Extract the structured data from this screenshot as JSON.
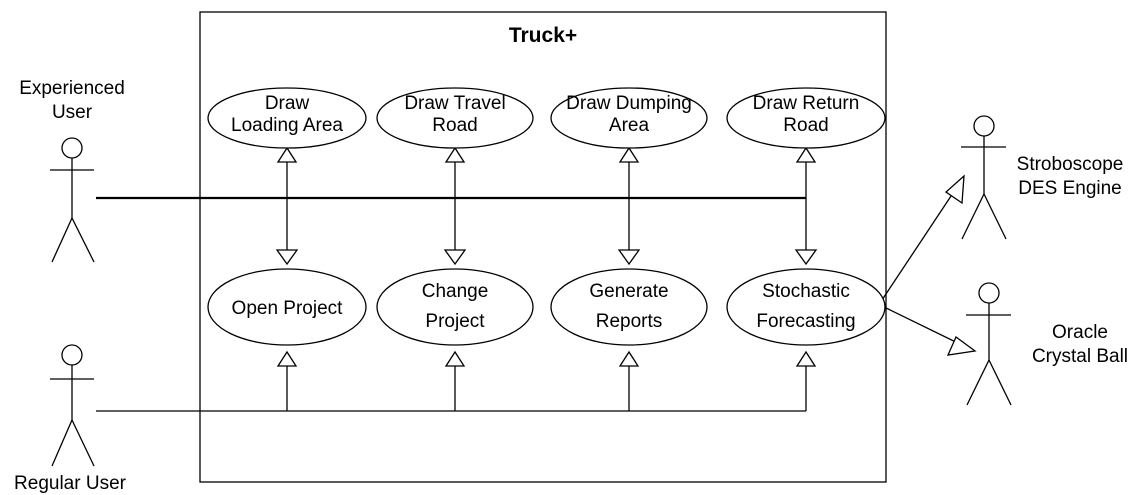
{
  "system": {
    "title": "Truck+"
  },
  "use_cases": {
    "draw_loading_area": [
      "Draw",
      "Loading Area"
    ],
    "draw_travel_road": [
      "Draw Travel",
      "Road"
    ],
    "draw_dumping_area": [
      "Draw Dumping",
      "Area"
    ],
    "draw_return_road": [
      "Draw Return",
      "Road"
    ],
    "open_project": [
      "Open Project"
    ],
    "change_project": [
      "Change",
      "Project"
    ],
    "generate_reports": [
      "Generate",
      "Reports"
    ],
    "stochastic_forecasting": [
      "Stochastic",
      "Forecasting"
    ]
  },
  "actors": {
    "experienced_user": [
      "Experienced",
      "User"
    ],
    "regular_user": [
      "Regular User"
    ],
    "stroboscope": [
      "Stroboscope",
      "DES Engine"
    ],
    "oracle": [
      "Oracle",
      "Crystal Ball"
    ]
  }
}
